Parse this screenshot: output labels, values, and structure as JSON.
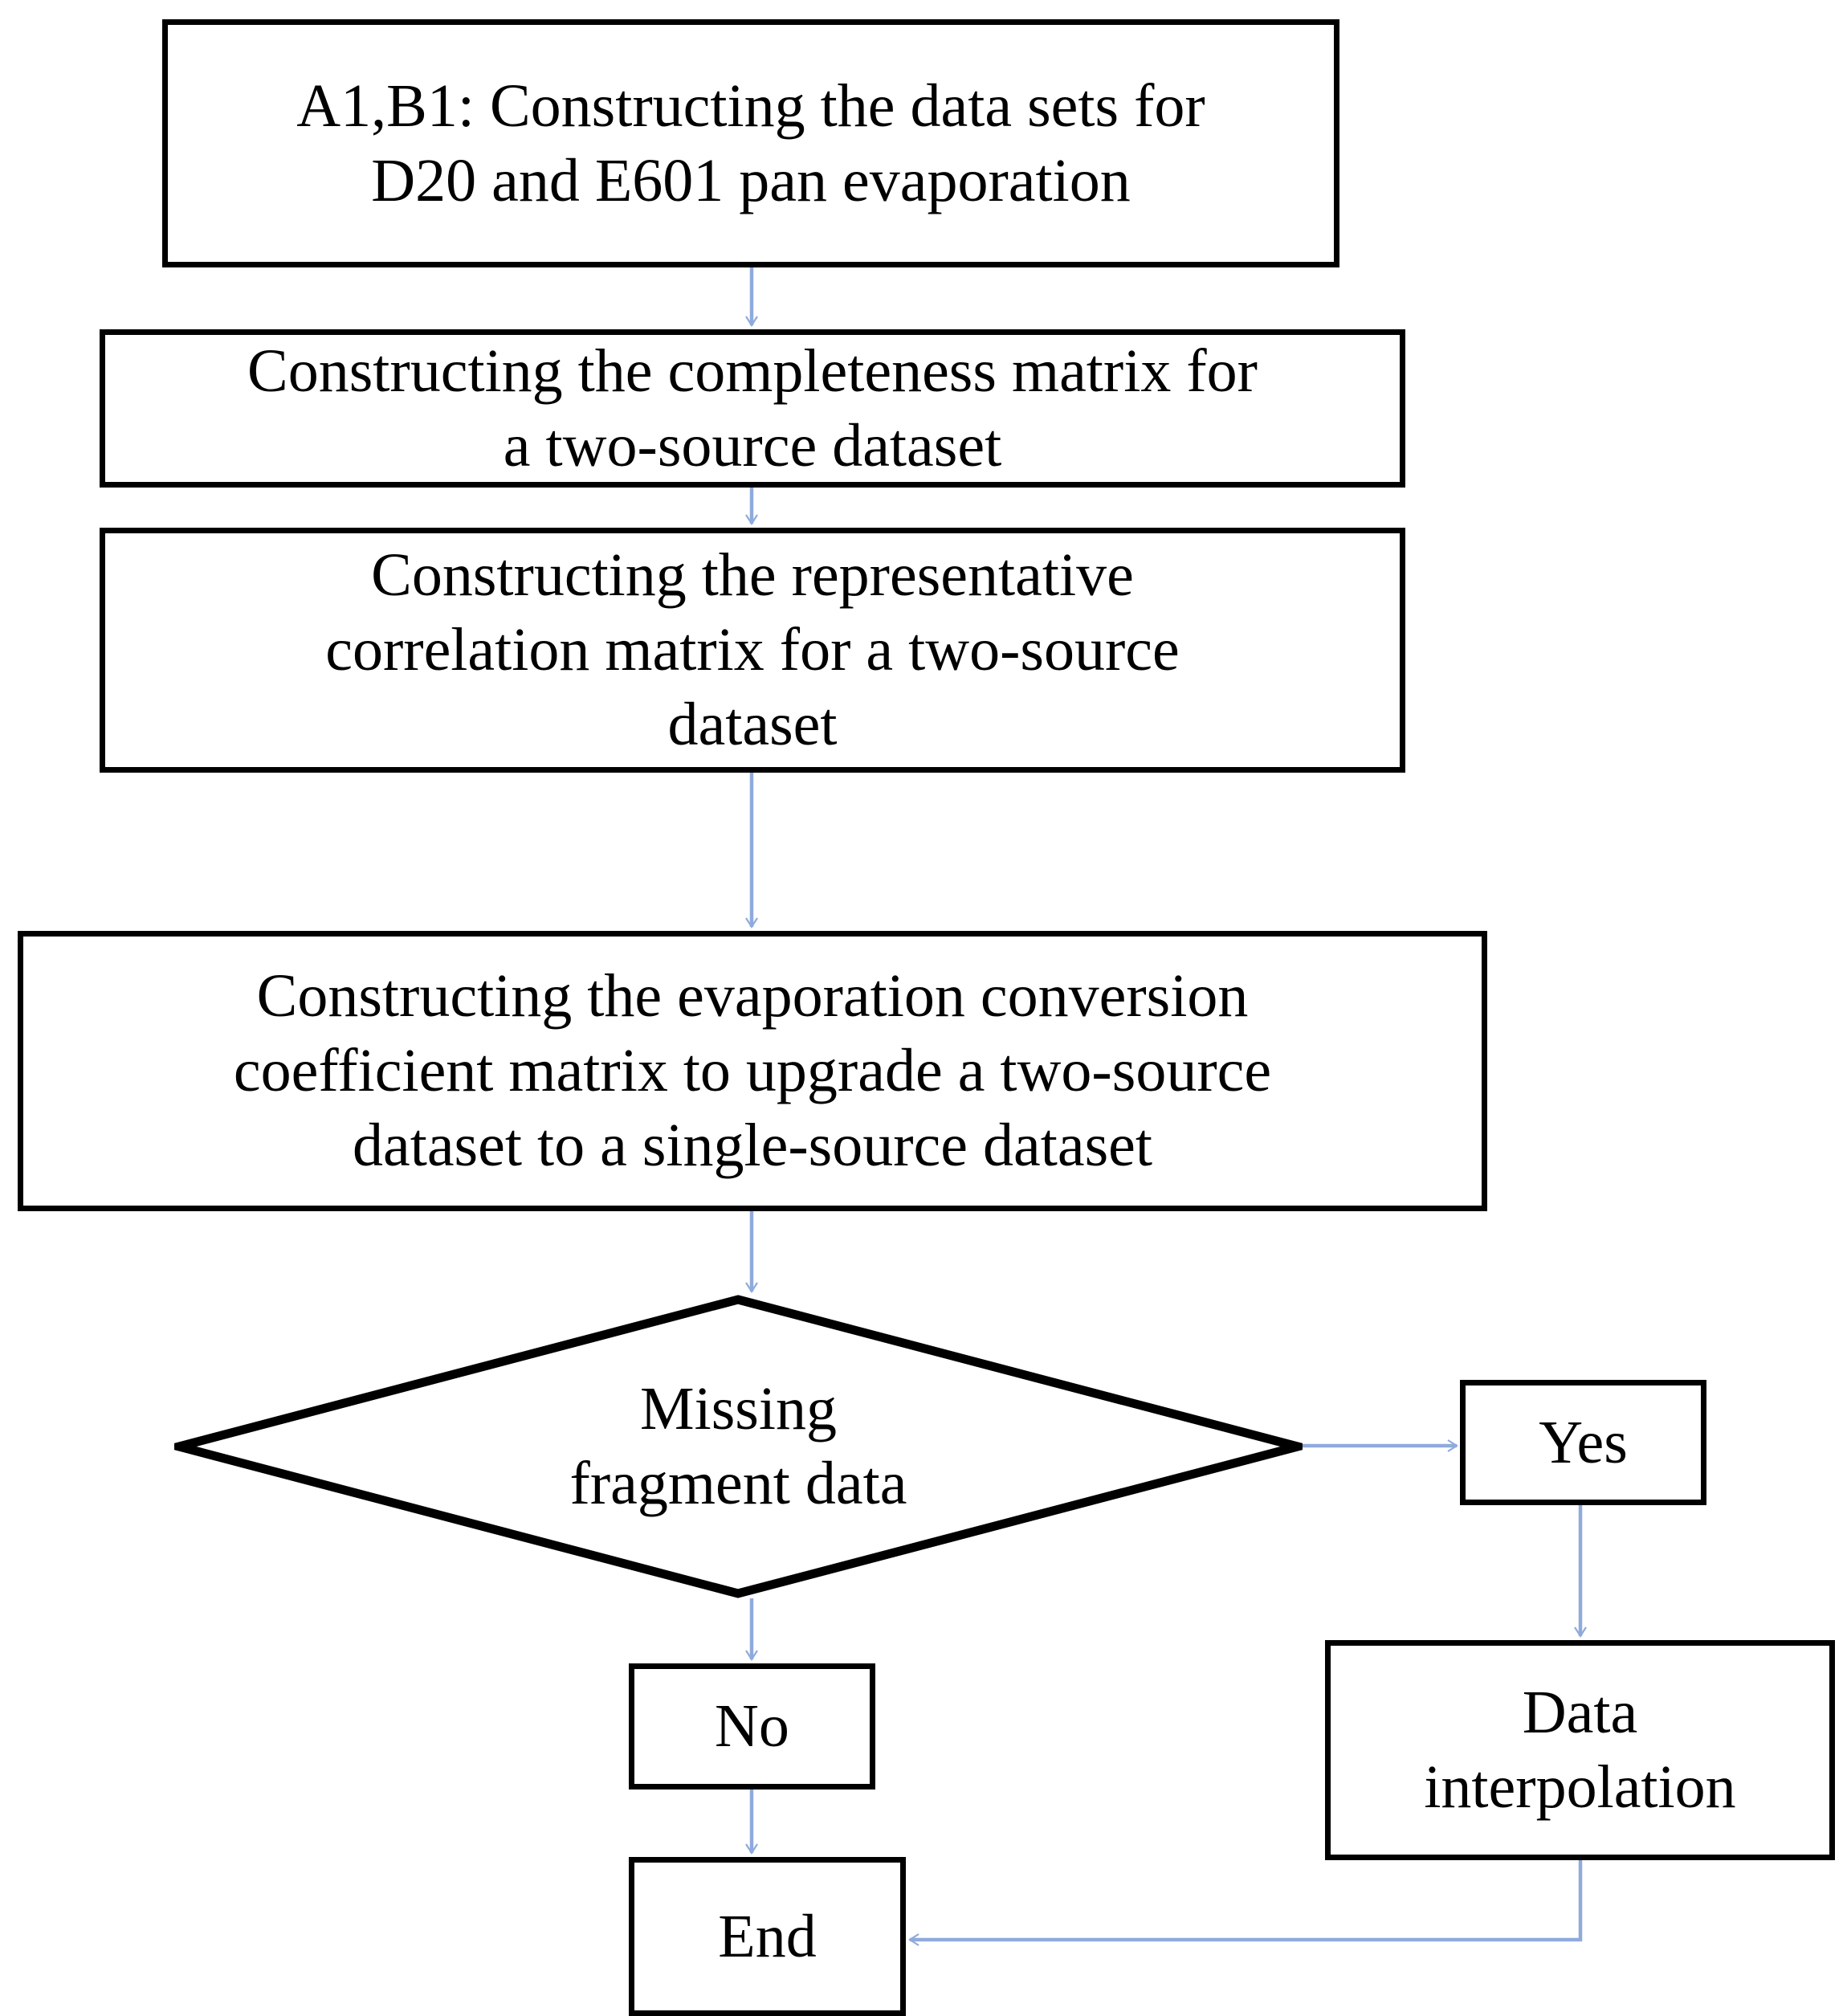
{
  "diagram": {
    "type": "flowchart",
    "orientation": "top-to-bottom",
    "accent_color": "#8FAADC",
    "node_border_color": "#000000",
    "background_color": "#FFFFFF",
    "text_color": "#000000",
    "nodes": [
      {
        "id": "datasets",
        "shape": "rectangle",
        "label": "A1,B1: Constructing the data sets for\nD20 and E601 pan evaporation"
      },
      {
        "id": "completeness",
        "shape": "rectangle",
        "label": "Constructing the completeness matrix for\na two-source dataset"
      },
      {
        "id": "correlation",
        "shape": "rectangle",
        "label": "Constructing the representative\ncorrelation matrix for a two-source\ndataset"
      },
      {
        "id": "conversion",
        "shape": "rectangle",
        "label": "Constructing the evaporation conversion\ncoefficient matrix to upgrade a two-source\ndataset to a single-source dataset"
      },
      {
        "id": "decision",
        "shape": "diamond",
        "label": "Missing\nfragment data"
      },
      {
        "id": "yes",
        "shape": "rectangle",
        "label": "Yes"
      },
      {
        "id": "no",
        "shape": "rectangle",
        "label": "No"
      },
      {
        "id": "interpolation",
        "shape": "rectangle",
        "label": "Data\ninterpolation"
      },
      {
        "id": "end",
        "shape": "rectangle",
        "label": "End"
      }
    ],
    "edges": [
      {
        "from": "datasets",
        "to": "completeness",
        "label": ""
      },
      {
        "from": "completeness",
        "to": "correlation",
        "label": ""
      },
      {
        "from": "correlation",
        "to": "conversion",
        "label": ""
      },
      {
        "from": "conversion",
        "to": "decision",
        "label": ""
      },
      {
        "from": "decision",
        "to": "yes",
        "label": ""
      },
      {
        "from": "decision",
        "to": "no",
        "label": ""
      },
      {
        "from": "yes",
        "to": "interpolation",
        "label": ""
      },
      {
        "from": "no",
        "to": "end",
        "label": ""
      },
      {
        "from": "interpolation",
        "to": "end",
        "label": ""
      }
    ]
  }
}
